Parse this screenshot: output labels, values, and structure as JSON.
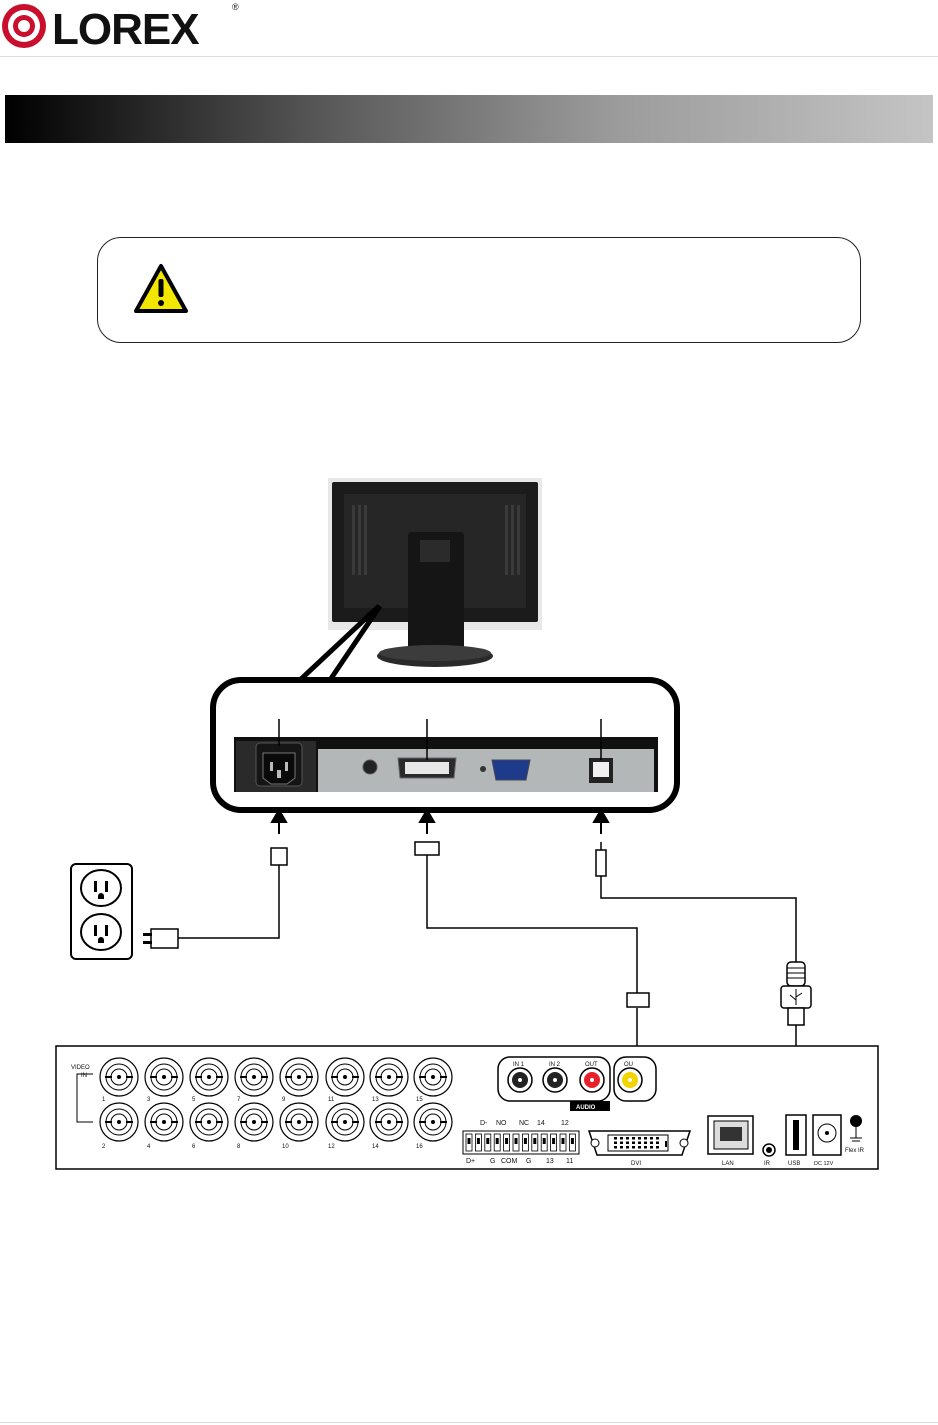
{
  "brand": {
    "logo_text": "LOREX",
    "registered_mark": "®"
  },
  "page": {
    "section_title": "",
    "warning_text": ""
  },
  "icons": {
    "logo": "lorex-logo-icon",
    "warning": "warning-triangle-icon",
    "outlet": "wall-outlet-icon",
    "usb": "usb-symbol-icon"
  },
  "colors": {
    "warning_yellow": "#f2e600",
    "audio_out_red": "#e8202a",
    "video_out_yellow": "#f4d400",
    "brand_red": "#c8102e"
  },
  "dvr_panel": {
    "video_in_label_1": "VIDEO",
    "video_in_label_2": "IN",
    "bnc_top_numbers": [
      "1",
      "3",
      "5",
      "7",
      "9",
      "11",
      "13",
      "15"
    ],
    "bnc_bottom_numbers": [
      "2",
      "4",
      "6",
      "8",
      "10",
      "12",
      "14",
      "16"
    ],
    "audio_in1": "IN 1",
    "audio_in2": "IN 2",
    "audio_out": "OUT",
    "audio_label": "AUDIO",
    "video_out_partial": "OU",
    "terminal_top": [
      "D-",
      "NO",
      "NC",
      "14",
      "12"
    ],
    "terminal_bottom": [
      "D+",
      "G",
      "COM",
      "G",
      "13",
      "11"
    ],
    "dvi_label": "DVI",
    "lan_label": "LAN",
    "ir_label": "IR",
    "usb_label": "USB",
    "dc_label": "DC 12V",
    "flex_ir_label": "Flex IR"
  }
}
